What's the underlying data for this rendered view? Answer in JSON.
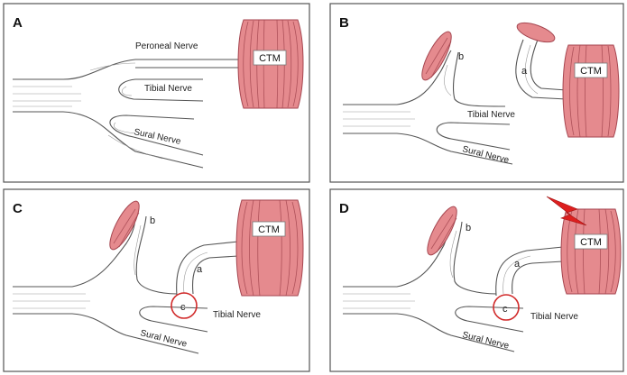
{
  "panels": [
    {
      "letter": "A",
      "ctm": "CTM",
      "nerves": {
        "peroneal": "Peroneal Nerve",
        "tibial": "Tibial Nerve",
        "sural": "Sural Nerve"
      }
    },
    {
      "letter": "B",
      "ctm": "CTM",
      "branch_a": "a",
      "branch_b": "b",
      "nerves": {
        "tibial": "Tibial Nerve",
        "sural": "Sural Nerve"
      }
    },
    {
      "letter": "C",
      "ctm": "CTM",
      "branch_a": "a",
      "branch_b": "b",
      "graft": "c",
      "nerves": {
        "tibial": "Tibial Nerve",
        "sural": "Sural Nerve"
      }
    },
    {
      "letter": "D",
      "ctm": "CTM",
      "branch_a": "a",
      "branch_b": "b",
      "graft": "c",
      "nerves": {
        "tibial": "Tibial Nerve",
        "sural": "Sural Nerve"
      }
    }
  ],
  "colors": {
    "muscle": "#e58a8e",
    "muscle_stroke": "#a54650",
    "lightning": "#dd1f1f",
    "graft_circle": "#d12a2a",
    "frame": "#555555"
  }
}
